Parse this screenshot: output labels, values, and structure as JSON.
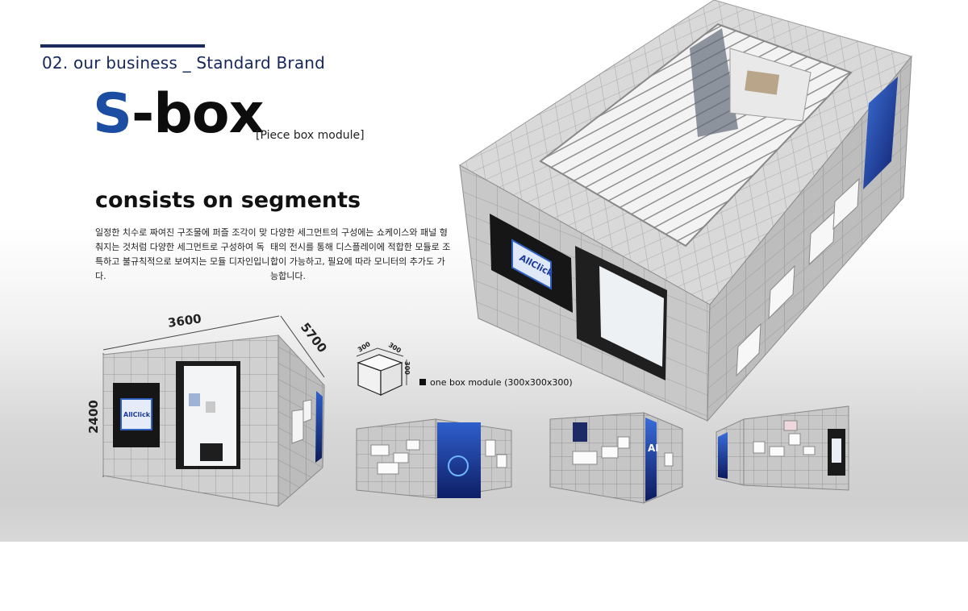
{
  "header": {
    "section_title": "02. our business _ Standard Brand"
  },
  "brand": {
    "name_first": "S",
    "name_rest": "-box",
    "subtitle": "[Piece box module]"
  },
  "segments": {
    "heading": "consists on segments",
    "paragraph_left": "일정한 치수로 짜여진 구조물에 퍼즐 조각이 맞춰지는 것처럼 다양한 세그먼트로 구성하여 독특하고 불규칙적으로 보여지는 모듈 디자인입니다.",
    "paragraph_right": "다양한 세그먼트의 구성에는 쇼케이스와 패널 형태의 전시를 통해 디스플레이에 적합한 모듈로 조합이 가능하고, 필요에 따라 모니터의 추가도 가능합니다."
  },
  "dimensions": {
    "width": "3600",
    "depth": "5700",
    "height": "2400"
  },
  "module": {
    "cube_labels": [
      "300",
      "300",
      "300"
    ],
    "note": "one box module  (300x300x300)"
  },
  "screen_texts": {
    "monitor_logo_large": "AllClick",
    "monitor_logo_small": "AllClick",
    "ai_panel": "AI"
  },
  "colors": {
    "brand_blue": "#1b4ea3",
    "navy": "#16275a",
    "panel_gray": "#c9c9c9",
    "screen_blue": "#1c3a9e"
  }
}
